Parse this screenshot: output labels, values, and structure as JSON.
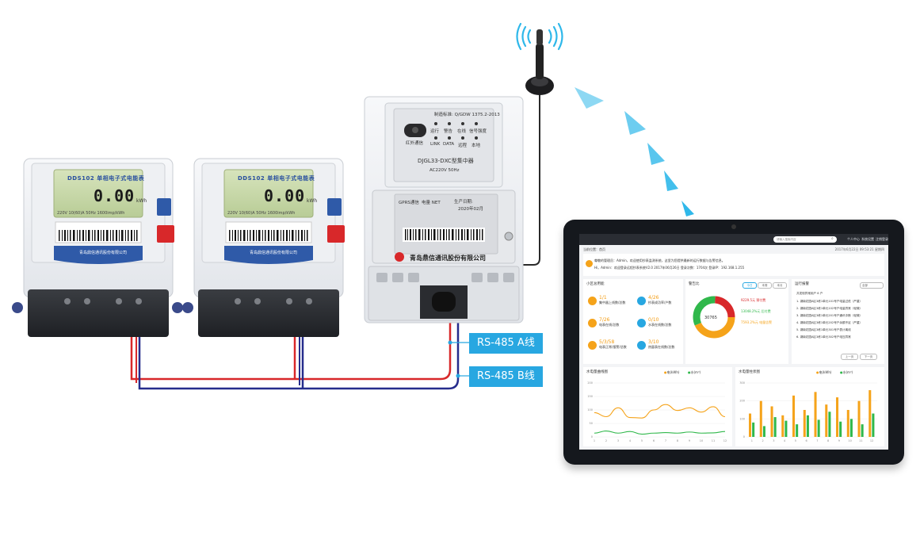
{
  "meter": {
    "title": "DDS102 单相电子式电能表",
    "reading": "0.00",
    "unit": "kWh",
    "spec": "220V 10(60)A 50Hz 1600imp/kWh",
    "maker": "青岛鼎信通讯股份有限公司"
  },
  "concentrator": {
    "standard": "制造标准: Q/GDW 1375.2-2013",
    "indicators": [
      "运行",
      "警告",
      "在线",
      "信号强度"
    ],
    "indicators2": [
      "LINK",
      "DATA",
      "远程",
      "本地"
    ],
    "infrared": "红外通信",
    "model": "DJGL33-DXC型集中器",
    "power": "AC220V 50Hz",
    "gprs": "GPRS通信",
    "net": "电量 NET",
    "date_label": "生产日期:",
    "date": "2020年02月",
    "company": "青岛鼎信通讯股份有限公司"
  },
  "rs485": {
    "a": "RS-485 A线",
    "b": "RS-485 B线"
  },
  "tablet": {
    "search_placeholder": "请输入搜索内容",
    "top_links": [
      "个人中心",
      "系统设置",
      "注销登录"
    ],
    "breadcrumb": "当前位置：首页",
    "datetime": "2017年6月22日  09:53:21  星期四",
    "notice1": "尊敬的管理员：Admin，欢迎使用抄表监测系统，这里为您提供最新的运行数据与告警信息。",
    "notice2": "Hi，Admin：欢迎登录远程抄表系统V2.0   2017年06月26日   登录次数：1704次   登录IP：192.168.1.255",
    "stats_title": "小区总用能",
    "stats": [
      {
        "num": "1/1",
        "label": "集中器上线数/总数"
      },
      {
        "num": "4/26",
        "label": "抄表成功率/户数"
      },
      {
        "num": "7/26",
        "label": "电表在线/总数"
      },
      {
        "num": "0/10",
        "label": "水表在线数/总数"
      },
      {
        "num": "5/3/58",
        "label": "电表正常/报警/总数"
      },
      {
        "num": "3/10",
        "label": "热量表在线数/总数"
      }
    ],
    "alarm_title": "警告比",
    "alarm_tabs": [
      "今日",
      "本周",
      "本月"
    ],
    "alarm_legend": [
      "9229.5元 预付费",
      "13048.2%元 后付费",
      "7593.2%元 电量告警"
    ],
    "donut_center": "30765",
    "run_title": "运行报警",
    "run_select": "全部",
    "run_items": [
      "共发现异常用户 6 户",
      "1. 湖南花园A区3栋1单元101号户电量过低（严重）",
      "2. 湖南花园A区3栋1单元102号户电量异常（轻微）",
      "3. 湖南花园A区3栋1单元201号户通讯中断（轻微）",
      "4. 湖南花园A区3栋1单元202号户余额不足（严重）",
      "5. 湖南花园A区3栋1单元301号户表计离线",
      "6. 湖南花园A区3栋1单元302号户电压异常"
    ],
    "prev": "上一页",
    "next": "下一页",
    "line_title": "水电量曲线图",
    "bar_title": "水电量柱状图",
    "legend_elec": "电(kWh)",
    "legend_water": "水(m³)"
  },
  "chart_data": [
    {
      "type": "line",
      "title": "水电量曲线图",
      "x": [
        1,
        2,
        3,
        4,
        5,
        6,
        7,
        8,
        9,
        10,
        11,
        12
      ],
      "ylim": [
        0,
        200
      ],
      "series": [
        {
          "name": "电(kWh)",
          "values": [
            90,
            75,
            108,
            72,
            70,
            100,
            120,
            98,
            108,
            92,
            112,
            75
          ]
        },
        {
          "name": "水(m³)",
          "values": [
            14,
            22,
            14,
            20,
            10,
            14,
            16,
            14,
            18,
            14,
            15,
            20
          ]
        }
      ]
    },
    {
      "type": "bar",
      "title": "水电量柱状图",
      "categories": [
        1,
        2,
        3,
        4,
        5,
        6,
        7,
        8,
        9,
        10,
        11,
        12
      ],
      "ylim": [
        0,
        300
      ],
      "series": [
        {
          "name": "电(kWh)",
          "values": [
            130,
            200,
            170,
            120,
            230,
            150,
            250,
            180,
            220,
            150,
            200,
            260
          ]
        },
        {
          "name": "水(m³)",
          "values": [
            80,
            60,
            110,
            90,
            70,
            120,
            95,
            140,
            85,
            100,
            70,
            130
          ]
        }
      ]
    }
  ],
  "colors": {
    "rs485": "#28a7e1",
    "wire_red": "#d8282a",
    "wire_blue": "#262c8c",
    "arrow": "#2fb8ea",
    "electric": "#f5a31a",
    "water": "#30b84b"
  }
}
